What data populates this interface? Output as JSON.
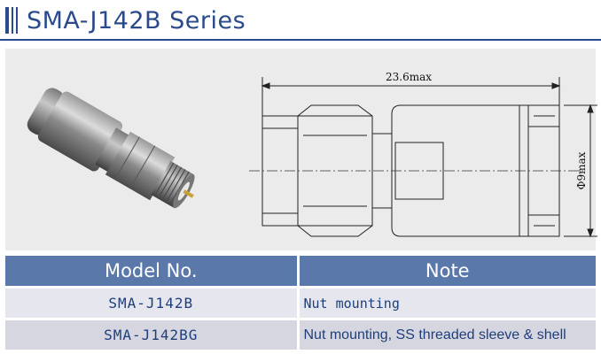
{
  "header": {
    "title": "SMA-J142B Series"
  },
  "drawing": {
    "length_label": "23.6max",
    "diameter_label": "Φ9max"
  },
  "table": {
    "headers": [
      "Model No.",
      "Note"
    ],
    "rows": [
      {
        "model": "SMA-J142B",
        "note": "Nut mounting"
      },
      {
        "model": "SMA-J142BG",
        "note": "Nut mounting, SS threaded sleeve & shell"
      }
    ]
  },
  "colors": {
    "brand": "#2a4a8b",
    "header_bg": "#5b78aa",
    "row1_bg": "#e6e6ee",
    "row2_bg": "#d6d6e1"
  }
}
